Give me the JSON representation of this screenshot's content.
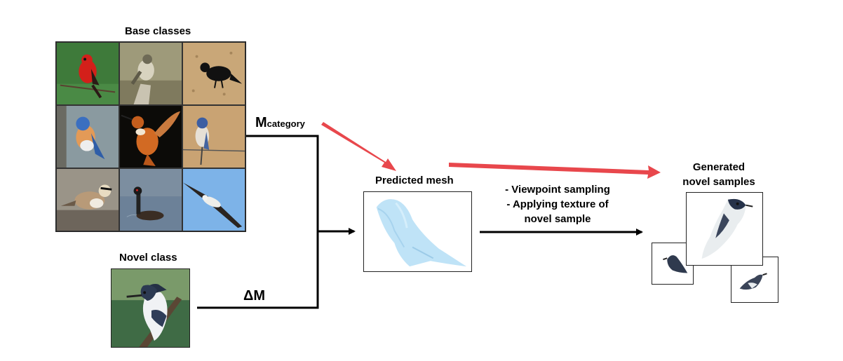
{
  "base_label": "Base classes",
  "novel_label": "Novel class",
  "m_category_main": "M",
  "m_category_sub": "category",
  "delta_m": "ΔM",
  "predicted_mesh_label": "Predicted mesh",
  "steps": [
    "- Viewpoint sampling",
    "- Applying texture of",
    "novel sample"
  ],
  "generated_label": [
    "Generated",
    "novel samples"
  ],
  "base_tiles": [
    "vermilion-flycatcher",
    "phoebe",
    "crow",
    "lazuli-bunting",
    "rufous-hummingbird",
    "blue-finch",
    "horned-lark",
    "grebe",
    "albatross"
  ],
  "colors": {
    "arrow_red": "#e8474c",
    "line": "#000000",
    "mesh": "#bfe3f7"
  }
}
